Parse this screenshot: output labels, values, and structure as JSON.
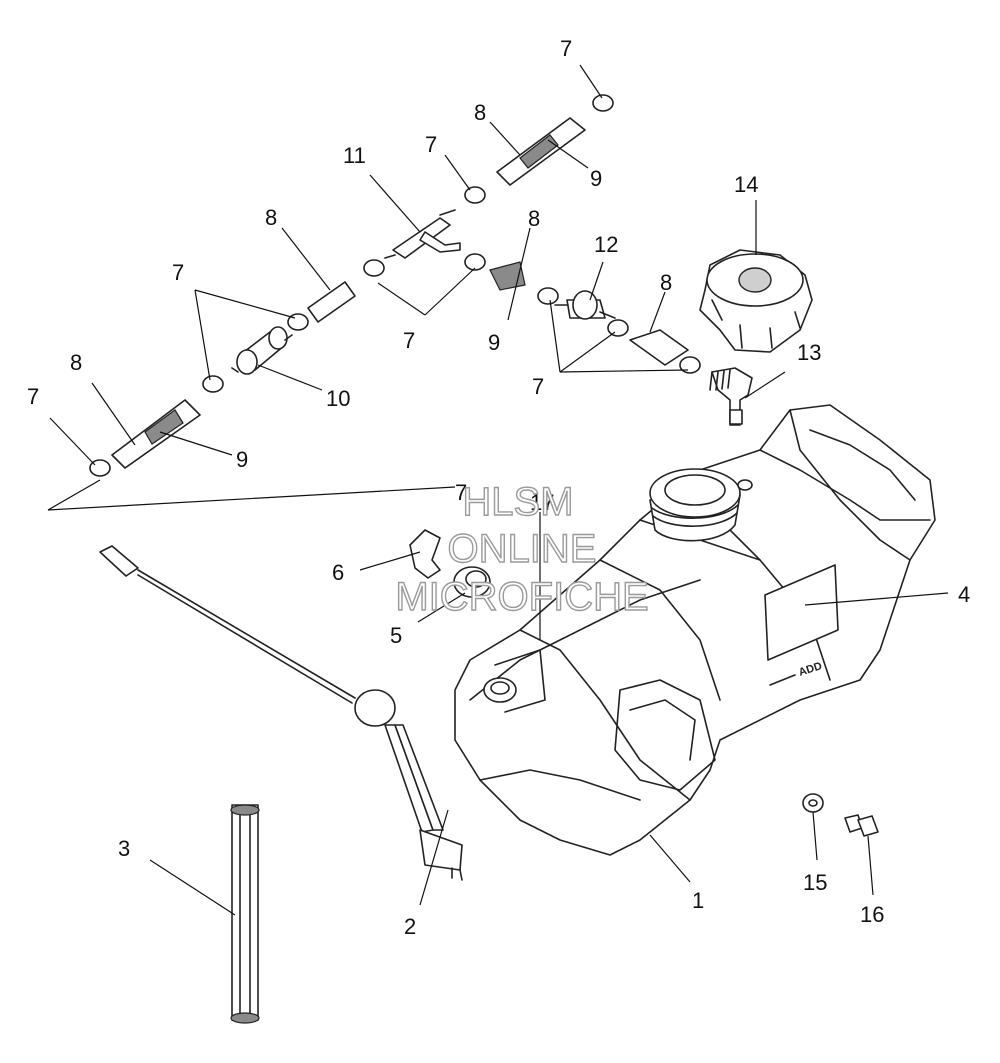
{
  "diagram": {
    "callouts": [
      {
        "id": "c7a",
        "label": "7"
      },
      {
        "id": "c8a",
        "label": "8"
      },
      {
        "id": "c9a",
        "label": "9"
      },
      {
        "id": "c11",
        "label": "11"
      },
      {
        "id": "c7b",
        "label": "7"
      },
      {
        "id": "c14",
        "label": "14"
      },
      {
        "id": "c8b",
        "label": "8"
      },
      {
        "id": "c8c",
        "label": "8"
      },
      {
        "id": "c12",
        "label": "12"
      },
      {
        "id": "c7c",
        "label": "7"
      },
      {
        "id": "c8d",
        "label": "8"
      },
      {
        "id": "c7d",
        "label": "7"
      },
      {
        "id": "c9b",
        "label": "9"
      },
      {
        "id": "c13",
        "label": "13"
      },
      {
        "id": "c7e",
        "label": "7"
      },
      {
        "id": "c8e",
        "label": "8"
      },
      {
        "id": "c10",
        "label": "10"
      },
      {
        "id": "c7f",
        "label": "7"
      },
      {
        "id": "c9c",
        "label": "9"
      },
      {
        "id": "c17",
        "label": "17"
      },
      {
        "id": "c6",
        "label": "6"
      },
      {
        "id": "c4",
        "label": "4"
      },
      {
        "id": "c5",
        "label": "5"
      },
      {
        "id": "c3",
        "label": "3"
      },
      {
        "id": "c2",
        "label": "2"
      },
      {
        "id": "c1",
        "label": "1"
      },
      {
        "id": "c15",
        "label": "15"
      },
      {
        "id": "c16",
        "label": "16"
      },
      {
        "id": "c7g",
        "label": "7"
      }
    ],
    "decal_text": "ADD"
  },
  "watermark": {
    "line1": "HLSM",
    "line2": "ONLINE",
    "line3": "MICROFICHE"
  }
}
